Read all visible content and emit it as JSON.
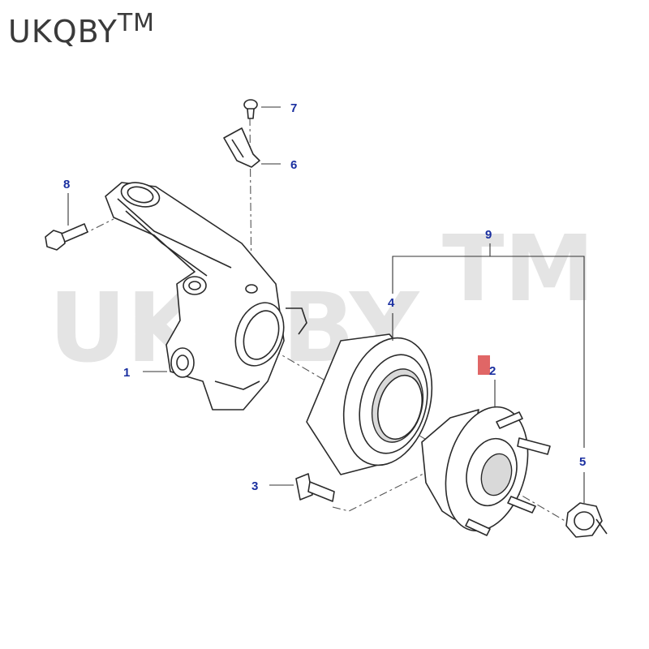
{
  "brand": {
    "name": "UKQBY",
    "mark": "TM"
  },
  "watermark": {
    "name": "UKQBY",
    "mark": "TM"
  },
  "callouts": [
    {
      "id": "1",
      "label": "1"
    },
    {
      "id": "2",
      "label": "2"
    },
    {
      "id": "3",
      "label": "3"
    },
    {
      "id": "4",
      "label": "4"
    },
    {
      "id": "5",
      "label": "5"
    },
    {
      "id": "6",
      "label": "6"
    },
    {
      "id": "7",
      "label": "7"
    },
    {
      "id": "8",
      "label": "8"
    },
    {
      "id": "9",
      "label": "9"
    }
  ],
  "colors": {
    "callout_text": "#1a2fa0",
    "highlight_marker": "#e06666",
    "line_art": "#2a2a2a",
    "watermark": "#cfcfcf"
  }
}
